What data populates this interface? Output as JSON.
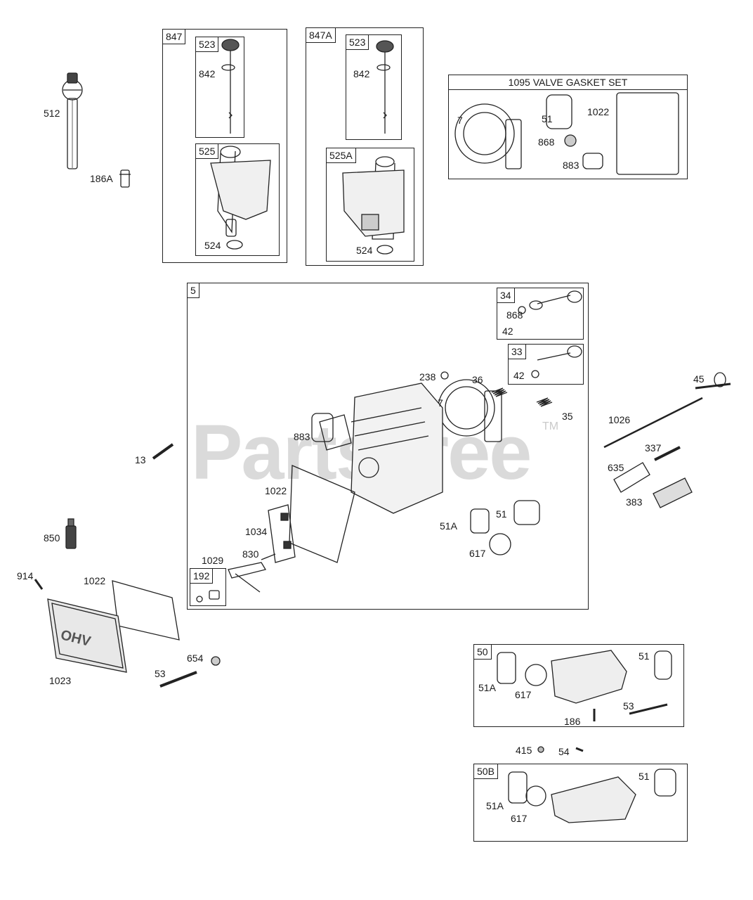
{
  "watermark": {
    "text": "PartsTree",
    "tm": "TM"
  },
  "groups": {
    "g847": {
      "tag": "847",
      "sub523": "523",
      "sub525": "525"
    },
    "g847a": {
      "tag": "847A",
      "sub523": "523",
      "sub525": "525A"
    },
    "gasket_set": {
      "title": "1095 VALVE GASKET SET"
    },
    "g5": {
      "tag": "5",
      "g34": "34",
      "g33": "33",
      "g192": "192"
    },
    "g50": {
      "tag": "50"
    },
    "g50b": {
      "tag": "50B"
    }
  },
  "labels": {
    "p512": "512",
    "p186a": "186A",
    "p842a": "842",
    "p524a": "524",
    "p842b": "842",
    "p524b": "524",
    "gs7": "7",
    "gs51": "51",
    "gs1022": "1022",
    "gs868": "868",
    "gs883": "883",
    "p868": "868",
    "p42a": "42",
    "p42b": "42",
    "p238": "238",
    "p36": "36",
    "p7": "7",
    "p35": "35",
    "p883": "883",
    "p1022a": "1022",
    "p1034": "1034",
    "p830": "830",
    "p1029": "1029",
    "p51a": "51A",
    "p51": "51",
    "p617": "617",
    "p13": "13",
    "p850": "850",
    "p914": "914",
    "p1022b": "1022",
    "p1023": "1023",
    "p654": "654",
    "p53a": "53",
    "p45": "45",
    "p1026": "1026",
    "p337": "337",
    "p635": "635",
    "p383": "383",
    "g50_51a": "51A",
    "g50_617": "617",
    "g50_51": "51",
    "g50_53": "53",
    "g50_186": "186",
    "p415": "415",
    "p54": "54",
    "g50b_51a": "51A",
    "g50b_617": "617",
    "g50b_51": "51"
  },
  "icons": {
    "ohv_cover": "OHV"
  }
}
